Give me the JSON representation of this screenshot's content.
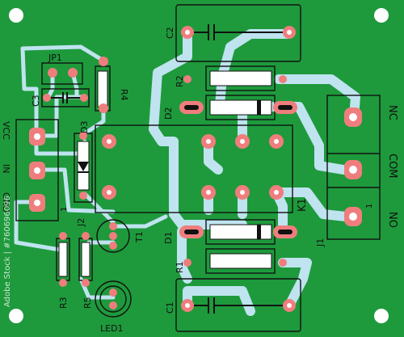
{
  "board": {
    "background": "#1e9a3c",
    "trace_color": "#bfe3ef",
    "pad_color": "#f07d7d",
    "outline_color": "#111111"
  },
  "labels": {
    "c2": "C2",
    "r2": "R2",
    "d2": "D2",
    "jp1": "JP1",
    "r4": "R4",
    "c3": "C3",
    "vcc": "VCC",
    "in": "IN",
    "gnd": "GND",
    "d3": "D3",
    "j2": "J2",
    "j2_pin": "1",
    "t1": "T1",
    "r3": "R3",
    "r5": "R5",
    "led1": "LED1",
    "k1": "K1",
    "nc": "NC",
    "com": "COM",
    "no": "NO",
    "j1": "J1",
    "j1_pin": "1",
    "d1": "D1",
    "r1": "R1",
    "c1": "C1"
  },
  "watermark": {
    "side_text": "Adobe Stock | #760696096"
  }
}
